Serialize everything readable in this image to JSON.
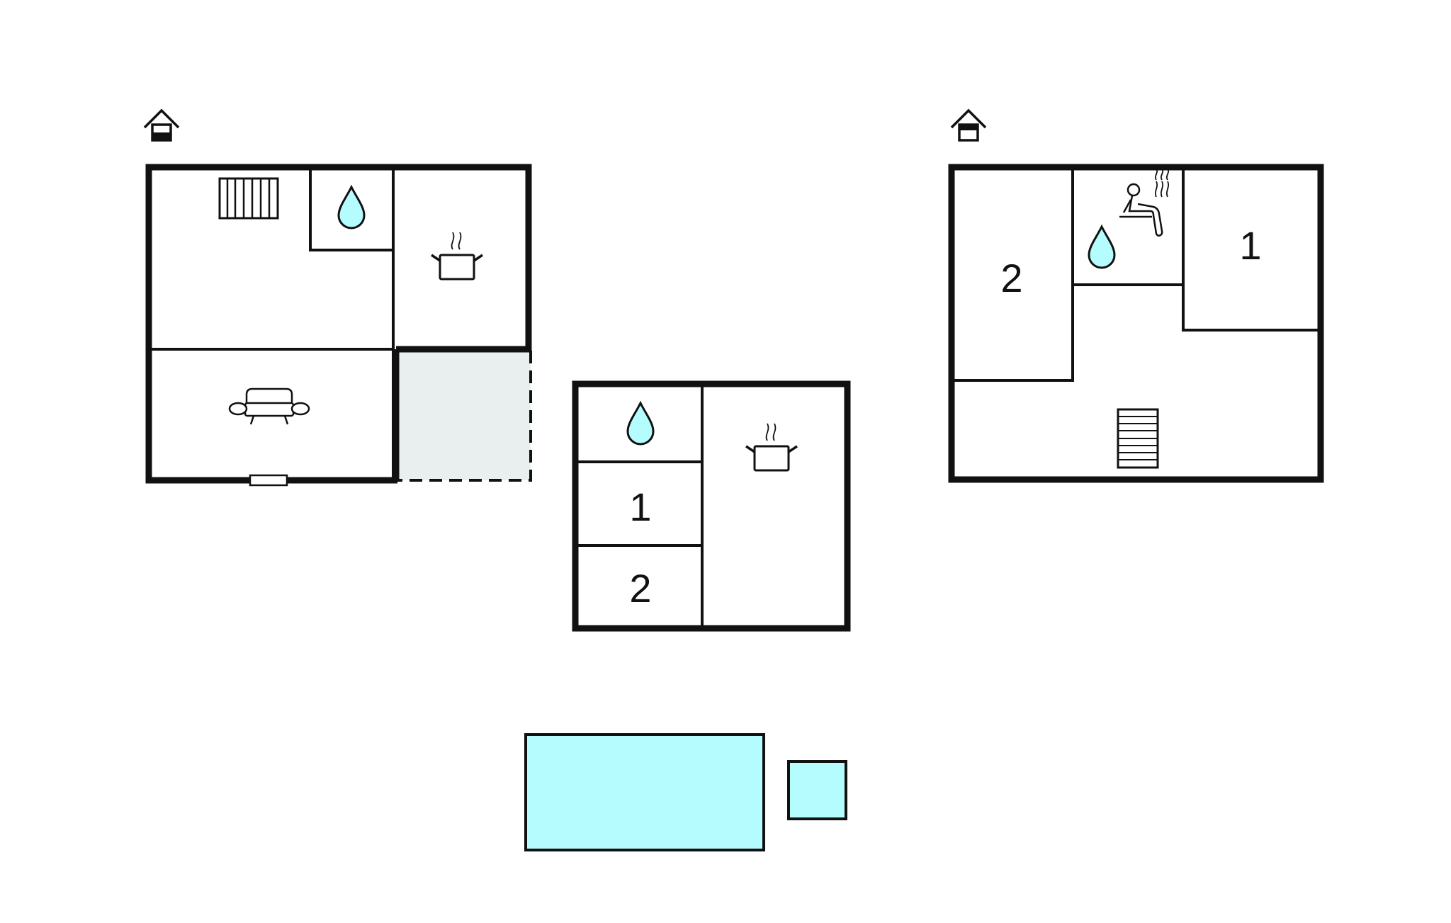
{
  "colors": {
    "wall": "#111111",
    "water": "#b5fcfe",
    "terrace": "#e8efee",
    "drop": "#b5fcfe",
    "background": "#ffffff"
  },
  "icons": [
    "floor-level-icon",
    "radiator-icon",
    "water-drop-icon",
    "cooking-pot-icon",
    "sofa-icon",
    "door-icon",
    "sauna-icon",
    "stairs-icon"
  ],
  "building_a": {
    "level_icon": "ground-floor-level-icon"
  },
  "building_b": {
    "room_1": "1",
    "room_2": "2"
  },
  "building_c": {
    "level_icon": "upper-floor-level-icon",
    "room_1": "1",
    "room_2": "2"
  }
}
